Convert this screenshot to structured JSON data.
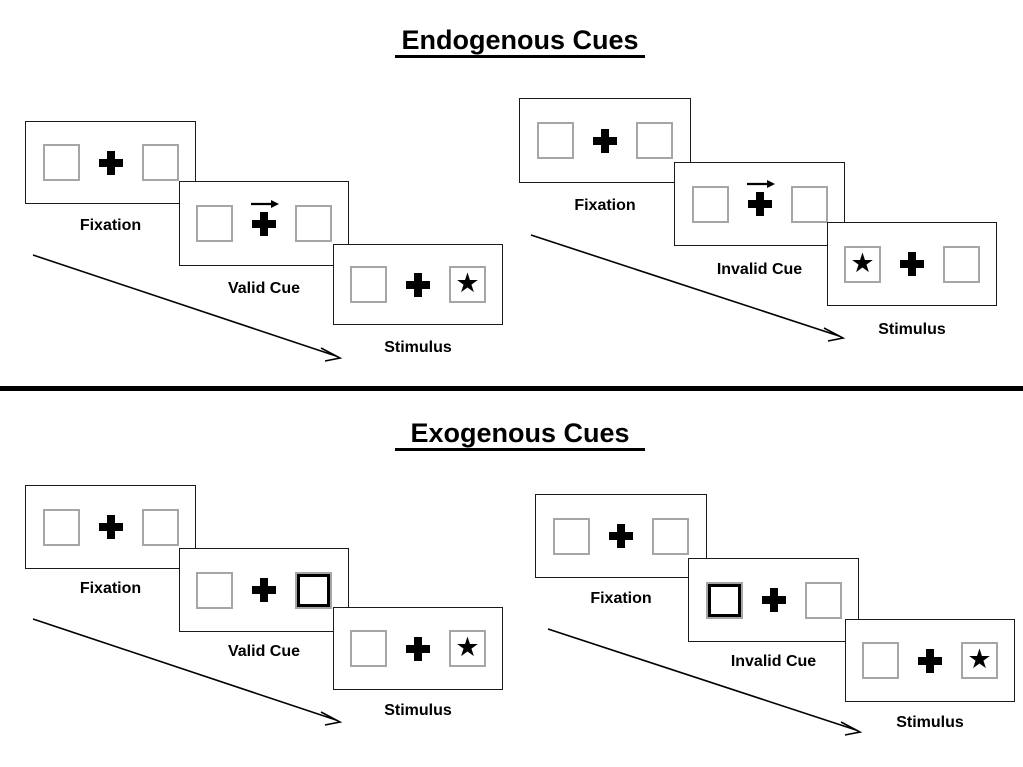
{
  "figure": {
    "title_top": "Endogenous Cues",
    "title_bottom": "Exogenous Cues",
    "labels": {
      "fixation": "Fixation",
      "valid_cue": "Valid Cue",
      "invalid_cue": "Invalid Cue",
      "stimulus": "Stimulus"
    },
    "colors": {
      "ink": "#000000",
      "panel_border": "#1a1a1a",
      "box_border": "#a6a6a6",
      "cued_box_border": "#000000",
      "background": "#ffffff"
    },
    "glyphs": {
      "star": "★",
      "cross": "fixation-cross",
      "arrow_right": "right-arrow-cue",
      "flow_arrow": "diagonal-flow-arrow"
    }
  },
  "sections": [
    {
      "id": "endogenous",
      "title": "Endogenous Cues",
      "cue_type": "central arrow",
      "groups": [
        {
          "id": "endogenous-valid",
          "condition": "Valid",
          "cue_label": "Valid Cue",
          "cue_direction": "right",
          "cued_side": "right",
          "target_side": "right",
          "panels": [
            {
              "name": "Fixation",
              "label": "Fixation",
              "left_box": "empty",
              "right_box": "empty",
              "center": "cross",
              "cue": "none"
            },
            {
              "name": "Valid Cue",
              "label": "Valid Cue",
              "left_box": "empty",
              "right_box": "empty",
              "center": "cross",
              "cue": "arrow-right"
            },
            {
              "name": "Stimulus",
              "label": "Stimulus",
              "left_box": "empty",
              "right_box": "star",
              "center": "cross",
              "cue": "none"
            }
          ]
        },
        {
          "id": "endogenous-invalid",
          "condition": "Invalid",
          "cue_label": "Invalid Cue",
          "cue_direction": "right",
          "cued_side": "right",
          "target_side": "left",
          "panels": [
            {
              "name": "Fixation",
              "label": "Fixation",
              "left_box": "empty",
              "right_box": "empty",
              "center": "cross",
              "cue": "none"
            },
            {
              "name": "Invalid Cue",
              "label": "Invalid Cue",
              "left_box": "empty",
              "right_box": "empty",
              "center": "cross",
              "cue": "arrow-right"
            },
            {
              "name": "Stimulus",
              "label": "Stimulus",
              "left_box": "star",
              "right_box": "empty",
              "center": "cross",
              "cue": "none"
            }
          ]
        }
      ]
    },
    {
      "id": "exogenous",
      "title": "Exogenous Cues",
      "cue_type": "peripheral box flash",
      "groups": [
        {
          "id": "exogenous-valid",
          "condition": "Valid",
          "cue_label": "Valid Cue",
          "cue_direction": "right-box",
          "cued_side": "right",
          "target_side": "right",
          "panels": [
            {
              "name": "Fixation",
              "label": "Fixation",
              "left_box": "empty",
              "right_box": "empty",
              "center": "cross",
              "cue": "none"
            },
            {
              "name": "Valid Cue",
              "label": "Valid Cue",
              "left_box": "empty",
              "right_box": "bold",
              "center": "cross",
              "cue": "box-highlight-right"
            },
            {
              "name": "Stimulus",
              "label": "Stimulus",
              "left_box": "empty",
              "right_box": "star",
              "center": "cross",
              "cue": "none"
            }
          ]
        },
        {
          "id": "exogenous-invalid",
          "condition": "Invalid",
          "cue_label": "Invalid Cue",
          "cue_direction": "left-box",
          "cued_side": "left",
          "target_side": "right",
          "panels": [
            {
              "name": "Fixation",
              "label": "Fixation",
              "left_box": "empty",
              "right_box": "empty",
              "center": "cross",
              "cue": "none"
            },
            {
              "name": "Invalid Cue",
              "label": "Invalid Cue",
              "left_box": "bold",
              "right_box": "empty",
              "center": "cross",
              "cue": "box-highlight-left"
            },
            {
              "name": "Stimulus",
              "label": "Stimulus",
              "left_box": "empty",
              "right_box": "star",
              "center": "cross",
              "cue": "none"
            }
          ]
        }
      ]
    }
  ]
}
